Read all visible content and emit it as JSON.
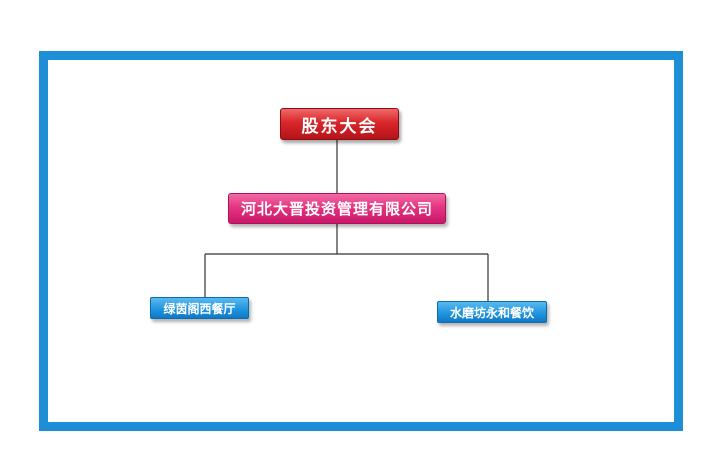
{
  "diagram": {
    "root": {
      "label": "股东大会"
    },
    "company": {
      "label": "河北大晋投资管理有限公司"
    },
    "subsidiaries": [
      {
        "label": "绿茵阁西餐厅"
      },
      {
        "label": "水磨坊永和餐饮"
      }
    ]
  },
  "colors": {
    "frame_border": "#1e8fd6",
    "root_fill": "#d9262a",
    "company_fill": "#e2317d",
    "subsidiary_fill": "#2196df",
    "connector": "#333333"
  }
}
